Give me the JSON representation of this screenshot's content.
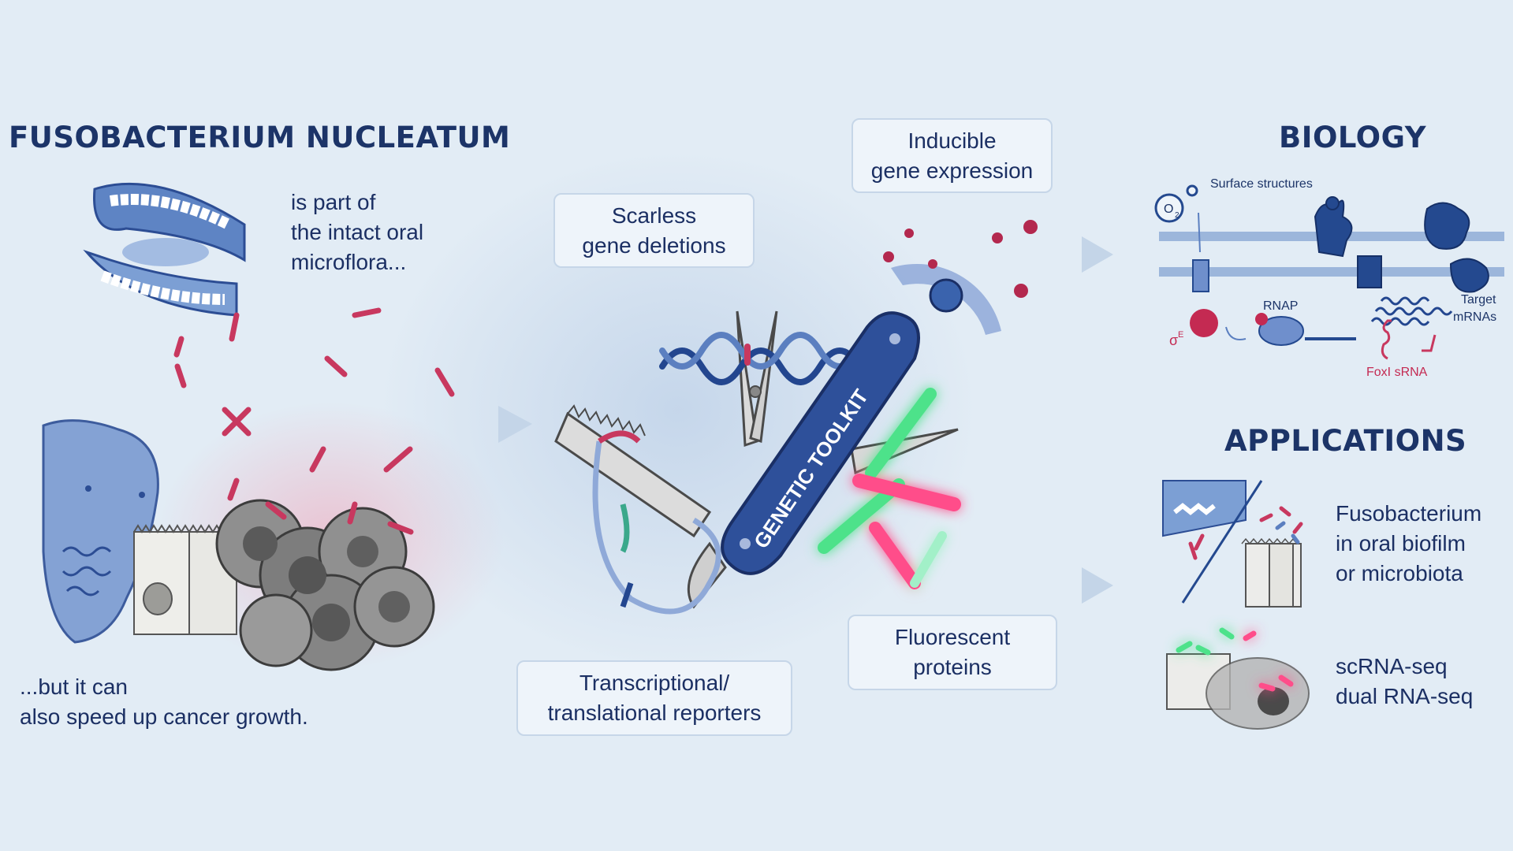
{
  "left": {
    "title": "FUSOBACTERIUM NUCLEATUM",
    "text_top": [
      "is part of",
      "the intact oral",
      "microflora..."
    ],
    "text_bottom": [
      "...but it can",
      "also speed up cancer growth."
    ]
  },
  "toolkit": {
    "knife_label": "GENETIC TOOLKIT",
    "boxes": {
      "scarless": [
        "Scarless",
        "gene deletions"
      ],
      "inducible": [
        "Inducible",
        "gene expression"
      ],
      "reporters": [
        "Transcriptional/",
        "translational reporters"
      ],
      "fluorescent": [
        "Fluorescent",
        "proteins"
      ]
    }
  },
  "biology": {
    "title": "BIOLOGY",
    "surface_label": "Surface structures",
    "o2_label": "O",
    "o2_sub": "2",
    "sigma_label": "σ",
    "sigma_sup": "E",
    "rnap_label": "RNAP",
    "target_label": [
      "Target",
      "mRNAs"
    ],
    "srna_label": "FoxI sRNA"
  },
  "applications": {
    "title": "APPLICATIONS",
    "item1": [
      "Fusobacterium",
      "in oral biofilm",
      "or microbiota"
    ],
    "item2": [
      "scRNA-seq",
      "dual RNA-seq"
    ]
  },
  "colors": {
    "navy": "#1c3468",
    "bacteria": "#c8385f",
    "background": "#e2ecf5",
    "fluor_green": "#4ee28a",
    "fluor_pink": "#ff4d8a"
  }
}
